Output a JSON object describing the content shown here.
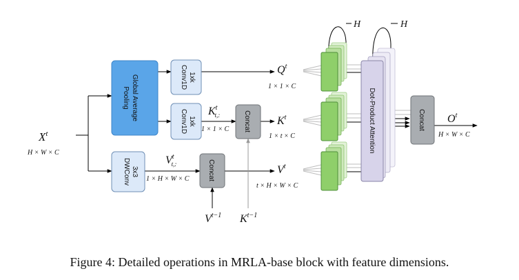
{
  "blocks": {
    "gap": "Global Average Pooling",
    "conv_q": "1xk Conv1D",
    "conv_k": "1xk Conv1D",
    "dwconv": "3x3 DWConv",
    "concat_k": "Concat",
    "concat_v": "Concat",
    "concat_out": "Concat",
    "dot_product": "Dot-Product Attention"
  },
  "labels": {
    "x_in": "X",
    "x_sup": "t",
    "x_dim": "H × W × C",
    "q": "Q",
    "q_sup": "t",
    "q_dim": "1 × 1 × C",
    "k_tc": "K",
    "k_tc_sup": "t",
    "k_tc_sub": "t,:",
    "k_tc_dim": "1 × 1 × C",
    "k": "K",
    "k_sup": "t",
    "k_dim": "1 × t × C",
    "v_tc": "V",
    "v_tc_sup": "t",
    "v_tc_sub": "t,:",
    "v_tc_dim": "1 × H × W × C",
    "v": "V",
    "v_sup": "t",
    "v_dim": "t × H × W × C",
    "v_prev": "V",
    "v_prev_sup": "t−1",
    "k_prev": "K",
    "k_prev_sup": "t−1",
    "o": "O",
    "o_sup": "t",
    "o_dim": "H × W × C",
    "h1": "H",
    "h2": "H"
  },
  "caption": "Figure 4: Detailed operations in MRLA-base block with feature dimensions.",
  "colors": {
    "gap_fill": "#5aa5e8",
    "gap_stroke": "#3f86c9",
    "conv_fill": "#dce9f9",
    "conv_stroke": "#6f8fb5",
    "concat_fill": "#a9adb1",
    "concat_stroke": "#6e7276",
    "green_front": "#8fcf6a",
    "green_back": "#cfe9bd",
    "green_stroke": "#4f8f3a",
    "purple_front": "#d7d3ea",
    "purple_back": "#eeecf6",
    "purple_stroke": "#8a86a8"
  }
}
